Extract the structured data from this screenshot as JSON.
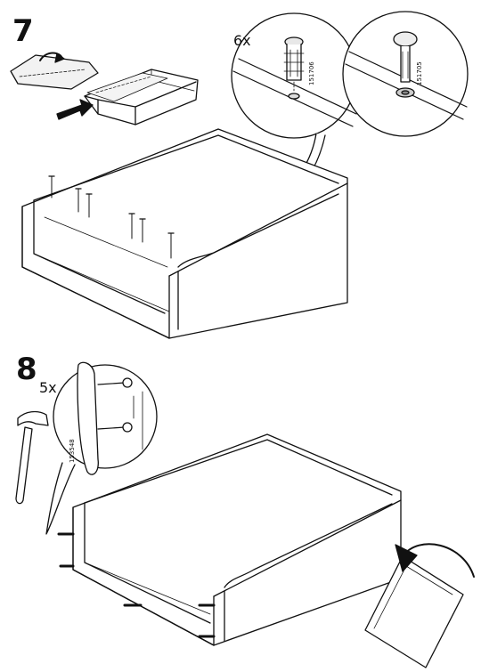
{
  "step7": {
    "number": "7",
    "quantity": "6x",
    "part_code_left": "151706",
    "part_code_right": "151705"
  },
  "step8": {
    "number": "8",
    "quantity": "5x",
    "part_code": "153548"
  },
  "icons": [
    "hammer-icon",
    "rotate-arrow-icon",
    "push-arrow-icon",
    "peel-arrow-icon"
  ]
}
